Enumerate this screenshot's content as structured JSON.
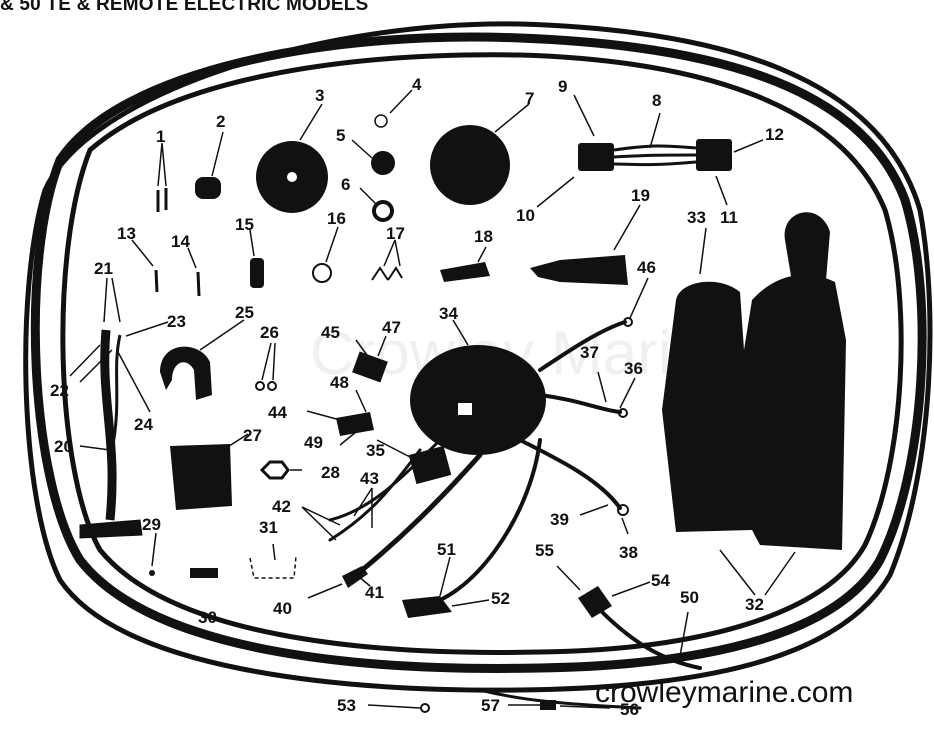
{
  "header": {
    "title": "& 50 TE & REMOTE ELECTRIC MODELS"
  },
  "watermark": {
    "site": "crowleymarine.com",
    "ghost": "Crowley Mari"
  },
  "callouts": {
    "c1": "1",
    "c2": "2",
    "c3": "3",
    "c4": "4",
    "c5": "5",
    "c6": "6",
    "c7": "7",
    "c8": "8",
    "c9": "9",
    "c10": "10",
    "c11": "11",
    "c12": "12",
    "c13": "13",
    "c14": "14",
    "c15": "15",
    "c16": "16",
    "c17": "17",
    "c18": "18",
    "c19": "19",
    "c20": "20",
    "c21": "21",
    "c22": "22",
    "c23": "23",
    "c24": "24",
    "c25": "25",
    "c26": "26",
    "c27": "27",
    "c28": "28",
    "c29": "29",
    "c30": "30",
    "c31": "31",
    "c32": "32",
    "c33": "33",
    "c34": "34",
    "c35": "35",
    "c36": "36",
    "c37": "37",
    "c38": "38",
    "c39": "39",
    "c40": "40",
    "c41": "41",
    "c42": "42",
    "c43": "43",
    "c44": "44",
    "c45": "45",
    "c46": "46",
    "c47": "47",
    "c48": "48",
    "c49": "49",
    "c50": "50",
    "c51": "51",
    "c52": "52",
    "c53": "53",
    "c54": "54",
    "c55": "55",
    "c56": "56",
    "c57": "57"
  },
  "colors": {
    "ink": "#111111",
    "background": "#ffffff"
  }
}
